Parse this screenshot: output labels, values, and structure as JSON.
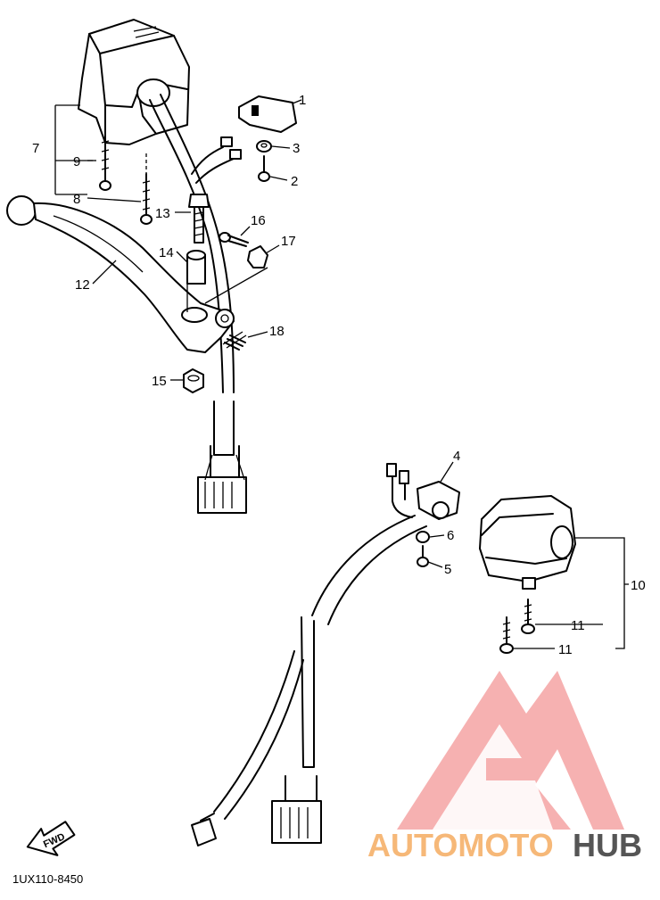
{
  "callouts": {
    "c1": "1",
    "c2": "2",
    "c3": "3",
    "c4": "4",
    "c5": "5",
    "c6": "6",
    "c7": "7",
    "c8": "8",
    "c9": "9",
    "c10": "10",
    "c11a": "11",
    "c11b": "11",
    "c12": "12",
    "c13": "13",
    "c14": "14",
    "c15": "15",
    "c16": "16",
    "c17": "17",
    "c18": "18"
  },
  "drawing_code": "1UX110-8450",
  "direction_badge": "FWD",
  "watermark": {
    "part1": "AUTOMOTO",
    "part2": "HUB",
    "accent": "#f08a8a",
    "text_accent": "#f6b878",
    "text_dark": "#555555"
  },
  "icons": {
    "direction": "forward-arrow-icon",
    "logo": "automotohub-triangle-logo"
  }
}
